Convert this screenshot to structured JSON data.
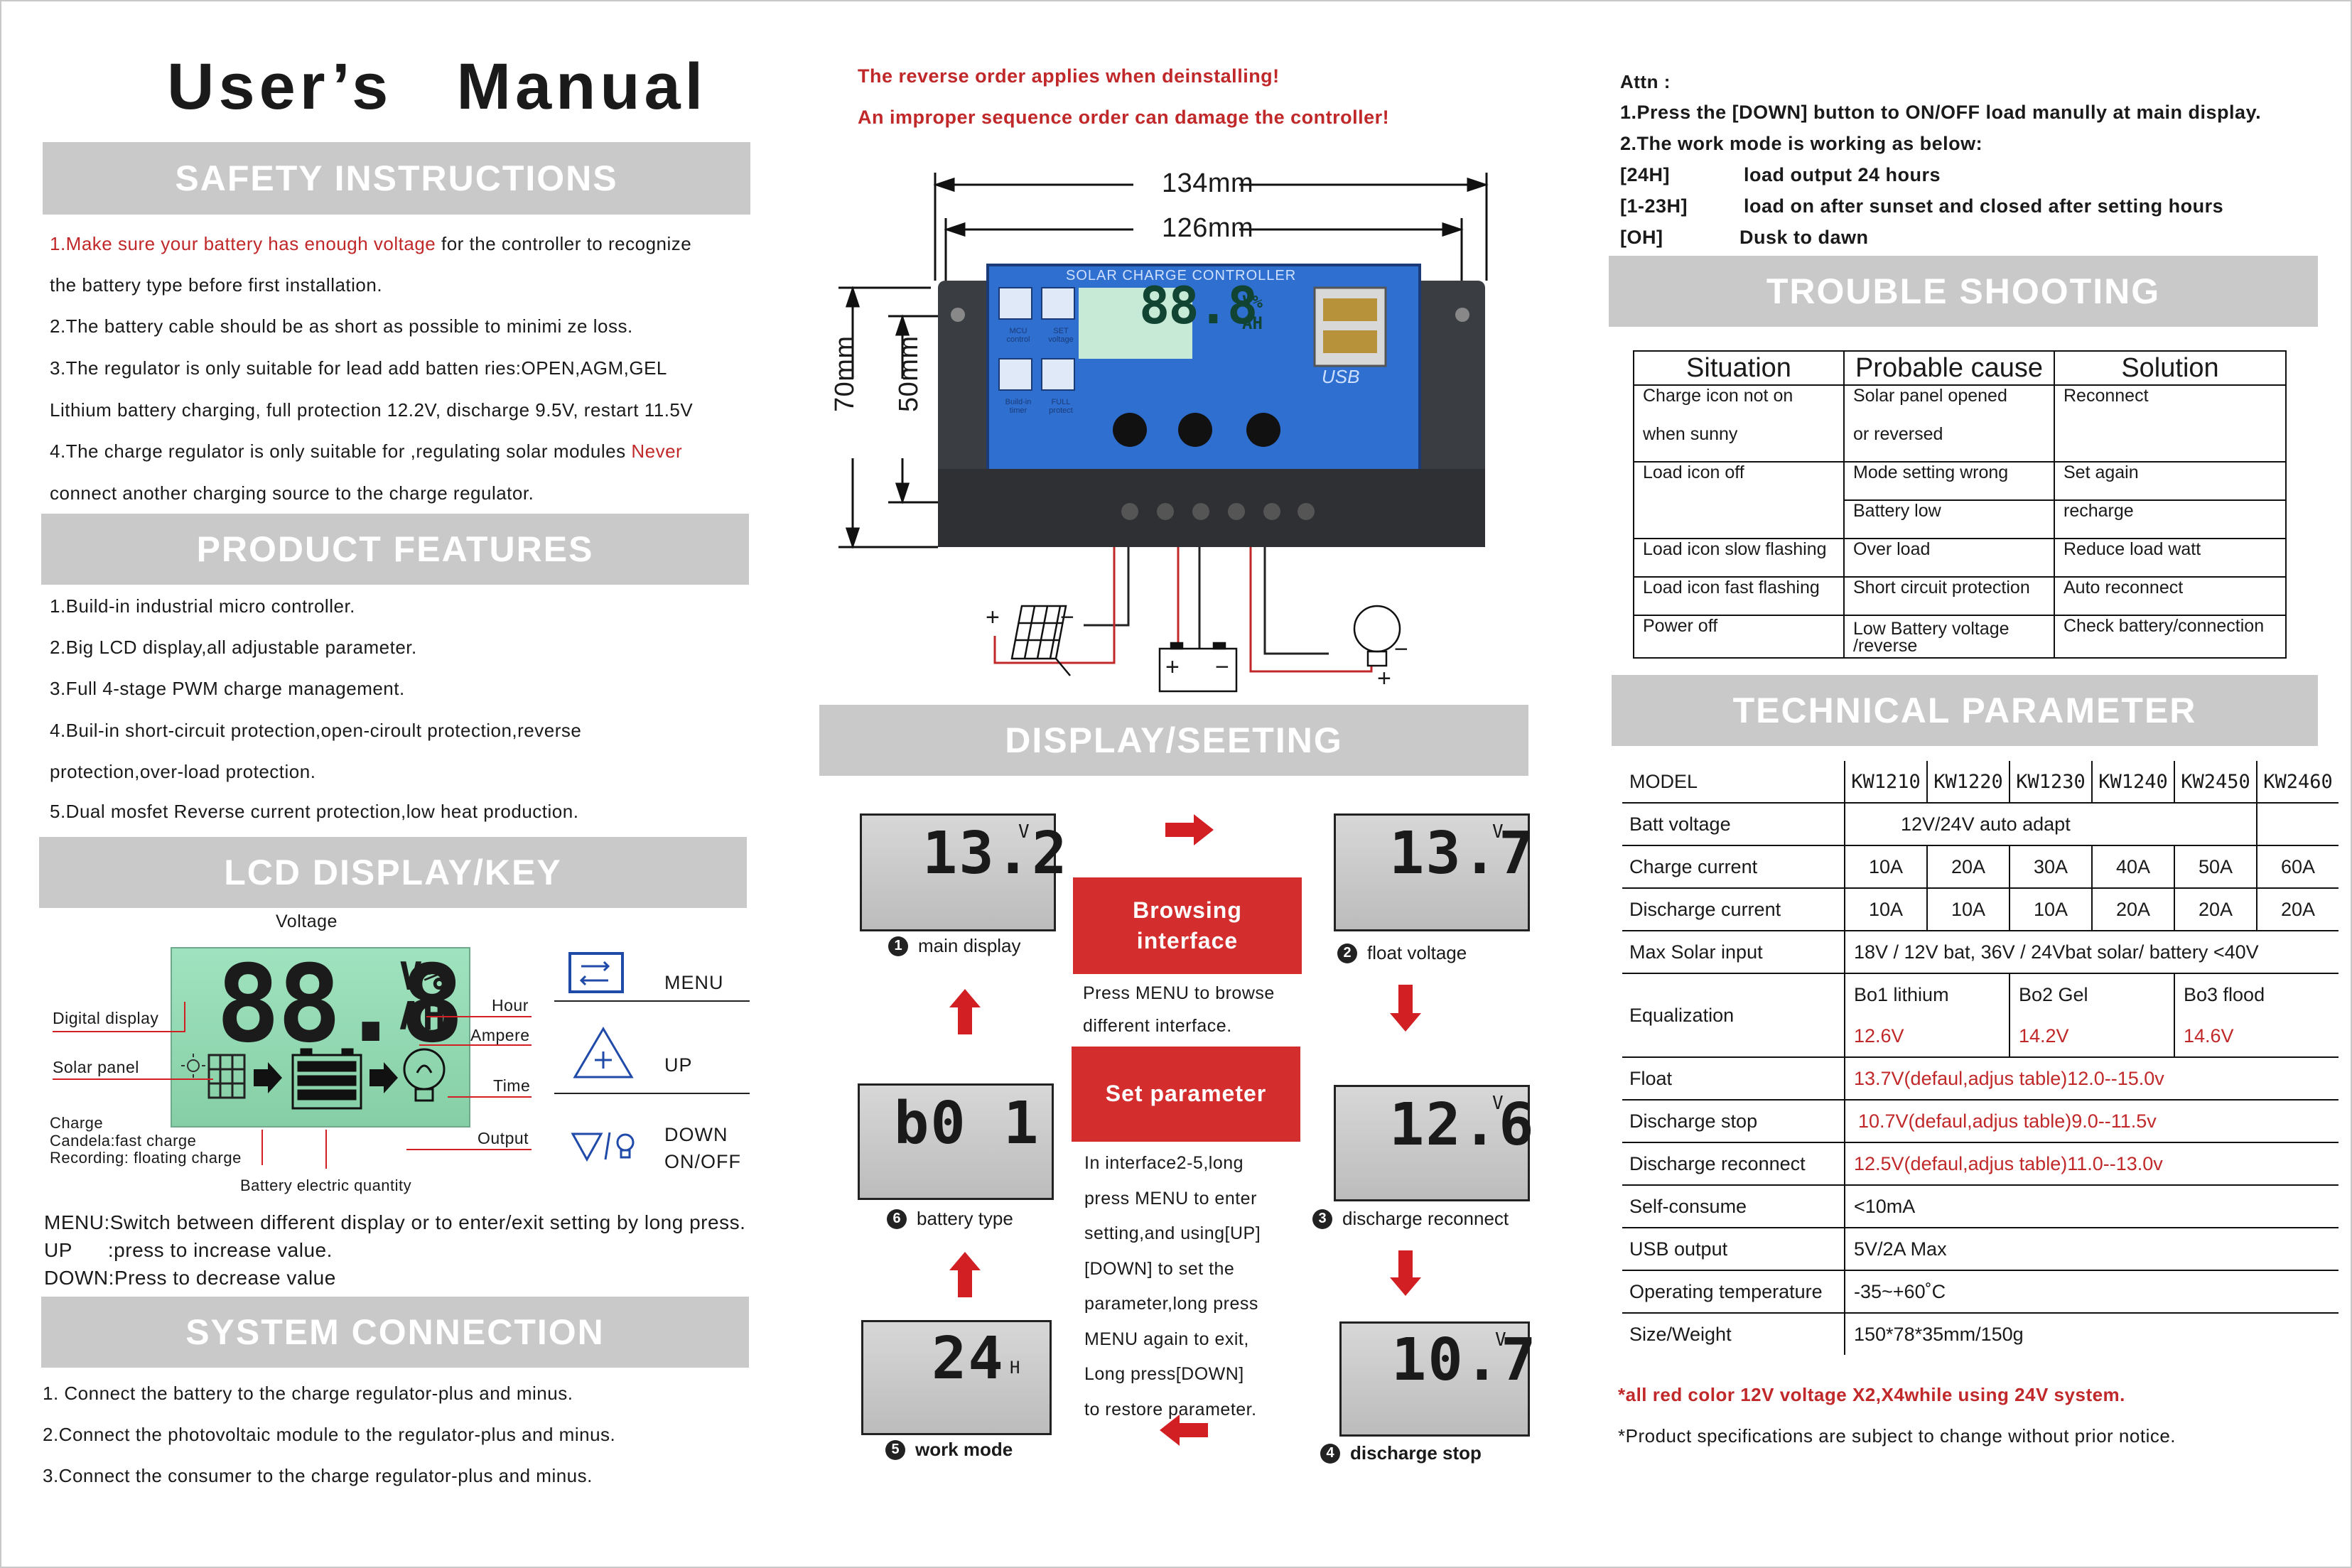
{
  "title": {
    "part1": "User’s",
    "part2": "Manual"
  },
  "safety": {
    "heading": "SAFETY INSTRUCTIONS",
    "line1_red": "1.Make sure your battery has enough voltage",
    "line1_rest": " for the controller to recognize",
    "line2": "the battery type before first installation.",
    "line3": "2.The battery cable should be as short as possible to minimi ze loss.",
    "line4": "3.The regulator  is only suitable for lead add batten  ries:OPEN,AGM,GEL",
    "line5": "Lithium battery charging, full protection 12.2V, discharge 9.5V, restart 11.5V",
    "line6": "4.The charge regulator is only suitable for ,regulating solar modules ",
    "line6_red": "Never",
    "line7": "connect another charging source to the charge regulator."
  },
  "features": {
    "heading": "PRODUCT  FEATURES",
    "items": [
      "1.Build-in industrial micro controller.",
      "2.Big LCD display,all adjustable parameter.",
      "3.Full 4-stage PWM  charge management.",
      "4.Buil-in short-circuit protection,open-ciroult protection,reverse",
      "protection,over-load protection.",
      "5.Dual mosfet Reverse current protection,low heat production."
    ]
  },
  "lcd": {
    "heading": "LCD DISPLAY/KEY",
    "digits": "88.8",
    "unit_top": "V%",
    "unit_bottom": "AH",
    "labels": {
      "voltage": "Voltage",
      "digital": "Digital display",
      "hour": "Hour",
      "ampere": "Ampere",
      "solar": "Solar  panel",
      "time": "Time",
      "charge": "Charge",
      "candela": "Candela:fast charge",
      "recording": "Recording: floating  charge",
      "output": "Output",
      "battery_q": "Battery electric quantity"
    },
    "keys": [
      {
        "label": "MENU"
      },
      {
        "label": "UP"
      },
      {
        "label": "DOWN",
        "label2": "ON/OFF"
      }
    ],
    "desc_menu": "MENU:Switch between different display or to enter/exit setting by long press.",
    "desc_up_key": "UP",
    "desc_up": ":press to increase value.",
    "desc_down": "DOWN:Press to decrease value"
  },
  "system": {
    "heading": "SYSTEM CONNECTION",
    "items": [
      "1. Connect the battery to the charge regulator-plus and minus.",
      "2.Connect the photovoltaic module to the regulator-plus and minus.",
      "3.Connect the consumer to the charge regulator-plus and minus."
    ]
  },
  "warning": {
    "line1": "The reverse order applies when deinstalling!",
    "line2": "An improper sequence order can damage the controller!"
  },
  "device": {
    "dim_134": "134mm",
    "dim_126": "126mm",
    "dim_70": "70mm",
    "dim_50": "50mm",
    "panel_title": "SOLAR CHARGE CONTROLLER",
    "digits": "88.8",
    "unit_top": "V%",
    "unit_bottom": "AH",
    "btn_mcu": "MCU control",
    "btn_set": "SET voltage",
    "btn_timer": "Build-in timer",
    "btn_full": "FULL protect",
    "usb": "USB",
    "plus": "+",
    "minus": "−"
  },
  "display": {
    "heading": "DISPLAY/SEETING",
    "panels": [
      {
        "value": "13.2",
        "unit": "V",
        "num": "1",
        "caption": "main display"
      },
      {
        "value": "13.7",
        "unit": "V",
        "num": "2",
        "caption": "float voltage"
      },
      {
        "value": "12.6",
        "unit": "V",
        "num": "3",
        "caption": "discharge reconnect"
      },
      {
        "value": "10.7",
        "unit": "V",
        "num": "4",
        "caption": "discharge stop"
      },
      {
        "value": "24",
        "unit": "H",
        "num": "5",
        "caption": "work mode"
      },
      {
        "value": "b0 1",
        "unit": "",
        "num": "6",
        "caption": "battery type"
      }
    ],
    "browse_title1": "Browsing",
    "browse_title2": "interface",
    "browse_text1": "Press MENU to browse",
    "browse_text2": "different  interface.",
    "set_title": "Set parameter",
    "set_text": [
      "In interface2-5,long",
      "press MENU to enter",
      "setting,and using[UP]",
      "[DOWN] to set the",
      "parameter,long press",
      "MENU again to exit,",
      "Long press[DOWN]",
      "to restore parameter."
    ]
  },
  "attn": {
    "head": "Attn :",
    "line1": "1.Press the [DOWN] button to ON/OFF load manully at main display.",
    "line2": "2.The work mode is working as below:",
    "modes": [
      {
        "key": "[24H]",
        "text": "load output 24 hours"
      },
      {
        "key": "[1-23H]",
        "text": "load on after sunset and closed after setting hours"
      },
      {
        "key": "[OH]",
        "text": "Dusk to dawn"
      }
    ]
  },
  "trouble": {
    "heading": "TROUBLE SHOOTING",
    "columns": [
      "Situation",
      "Probable cause",
      "Solution"
    ],
    "rows": [
      [
        "Charge icon not on",
        "Solar   panel   opened",
        "Reconnect"
      ],
      [
        "when  sunny",
        "or reversed",
        ""
      ],
      [
        "Load icon off",
        "Mode setting wrong",
        "Set again"
      ],
      [
        "",
        "Battery low",
        "recharge"
      ],
      [
        "Load icon slow flashing",
        "Over load",
        "Reduce load watt"
      ],
      [
        "Load icon fast flashing",
        "Short circuit protection",
        "Auto  reconnect"
      ],
      [
        "Power off",
        "Low Battery voltage",
        "Check battery/connection"
      ]
    ],
    "reverse_note": "/reverse"
  },
  "tech": {
    "heading": "TECHNICAL PARAMETER",
    "model_label": "MODEL",
    "models": [
      "KW1210",
      "KW1220",
      "KW1230",
      "KW1240",
      "KW2450",
      "KW2460"
    ],
    "batt_label": "Batt voltage",
    "batt_value": "12V/24V   auto adapt",
    "charge_label": "Charge current",
    "charge": [
      "10A",
      "20A",
      "30A",
      "40A",
      "50A",
      "60A"
    ],
    "discharge_label": "Discharge current",
    "discharge": [
      "10A",
      "10A",
      "10A",
      "20A",
      "20A",
      "20A"
    ],
    "solar_label": "Max Solar input",
    "solar_value": "18V  / 12V bat, 36V / 24Vbat  solar/ battery      <40V",
    "eq_label": "Equalization",
    "eq_types": [
      "Bo1  lithium",
      "Bo2 Gel",
      "Bo3 flood"
    ],
    "eq_values": [
      "12.6V",
      "14.2V",
      "14.6V"
    ],
    "float_label": "Float",
    "float_value": "13.7V(defaul,adjus table)12.0--15.0v",
    "dstop_label": "Discharge stop",
    "dstop_value": "10.7V(defaul,adjus table)9.0--11.5v",
    "drec_label": "Discharge reconnect",
    "drec_value": "12.5V(defaul,adjus table)11.0--13.0v",
    "self_label": "Self-consume",
    "self_value": "<10mA",
    "usb_label": "USB output",
    "usb_value": "5V/2A Max",
    "temp_label": "Operating temperature",
    "temp_value": "-35~+60˚C",
    "size_label": "Size/Weight",
    "size_value": "150*78*35mm/150g",
    "note_red": "*all red color 12V voltage X2,X4while using 24V system.",
    "note": "*Product specifications are subject to change without prior notice."
  },
  "colors": {
    "accent_red": "#c0282a",
    "header_gray": "#c9c9c9",
    "device_blue": "#2f6fd0"
  }
}
